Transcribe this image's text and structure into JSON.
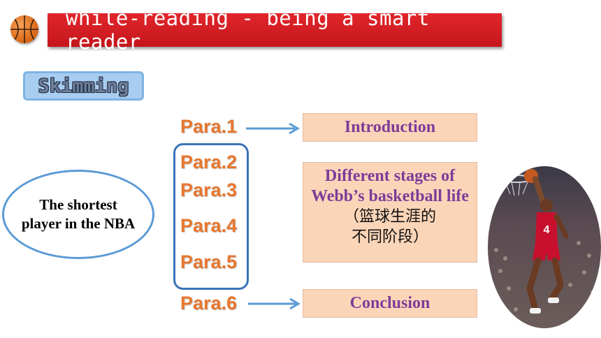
{
  "header": {
    "title": "while-reading - being a smart reader",
    "icon": "basketball-icon"
  },
  "skimming": {
    "label": "Skimming"
  },
  "paras": [
    "Para.1",
    "Para.2",
    "Para.3",
    "Para.4",
    "Para.5",
    "Para.6"
  ],
  "main_idea": "The shortest player in the NBA",
  "boxes": {
    "intro": "Introduction",
    "stages_en": "Different stages of Webb’s basketball life",
    "stages_cn_1": "（篮球生涯的",
    "stages_cn_2": "不同阶段）",
    "conclusion": "Conclusion"
  },
  "image": {
    "subject": "basketball player dunking",
    "icon": "player-photo"
  },
  "colors": {
    "banner": "#c4161c",
    "para": "#e8772e",
    "box_fill": "#fbd5b8",
    "box_text": "#7d3c98",
    "arrow": "#5b9bd5",
    "group_border": "#3b73b9"
  }
}
